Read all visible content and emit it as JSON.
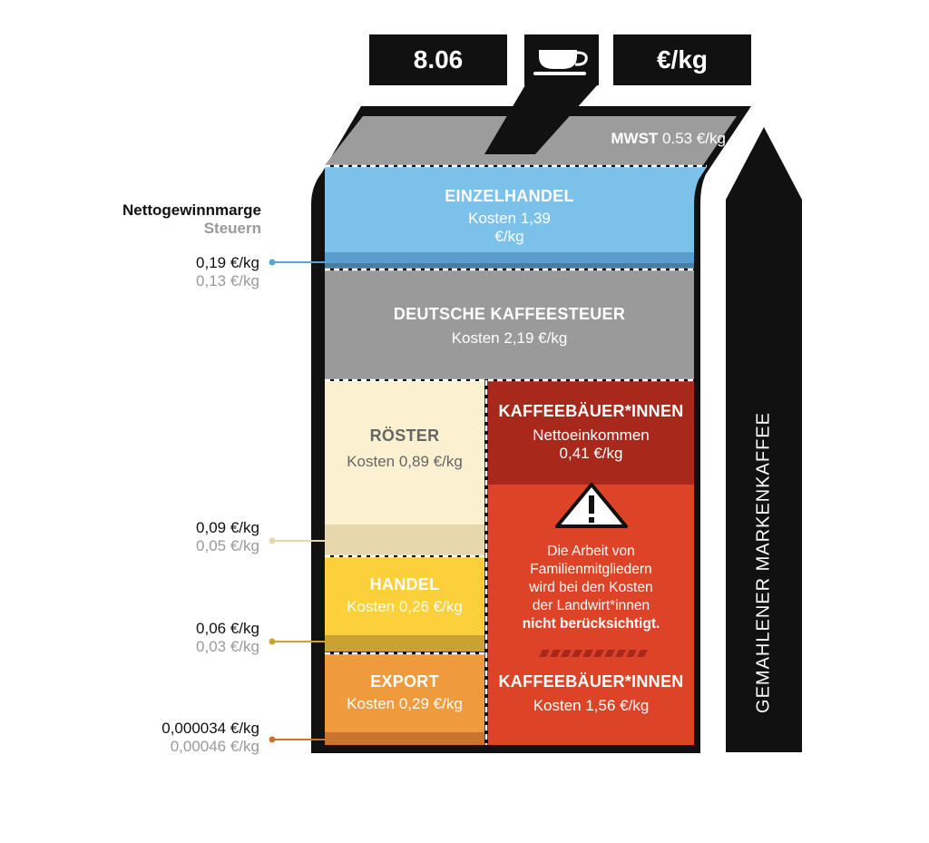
{
  "header": {
    "price": "8.06",
    "unit": "€/kg",
    "cup_icon": "coffee-cup-icon"
  },
  "side_label": "GEMAHLENER MARKENKAFFEE",
  "legend": {
    "net_margin": "Nettogewinnmarge",
    "taxes": "Steuern"
  },
  "segments": {
    "mwst": {
      "title": "MWST",
      "value": "0.53 €/kg"
    },
    "einzelhandel": {
      "title": "EINZELHANDEL",
      "line1": "Kosten 1,39",
      "line2": "€/kg"
    },
    "kaffeesteuer": {
      "title": "DEUTSCHE KAFFEESTEUER",
      "value": "Kosten 2,19 €/kg"
    },
    "roester": {
      "title": "RÖSTER",
      "value": "Kosten 0,89 €/kg"
    },
    "handel": {
      "title": "HANDEL",
      "value": "Kosten 0,26 €/kg"
    },
    "export": {
      "title": "EXPORT",
      "value": "Kosten 0,29 €/kg"
    },
    "farmers_income": {
      "title": "KAFFEEBÄUER*INNEN",
      "line1": "Nettoeinkommen",
      "line2": "0,41 €/kg"
    },
    "farmers_cost": {
      "title": "KAFFEEBÄUER*INNEN",
      "value": "Kosten 1,56 €/kg"
    },
    "warning": {
      "line1": "Die Arbeit von",
      "line2": "Familienmitgliedern",
      "line3": "wird bei den Kosten",
      "line4": "der Landwirt*innen",
      "line5": "nicht berücksichtigt."
    }
  },
  "margins": [
    {
      "net": "0,19 €/kg",
      "tax": "0,13 €/kg",
      "color": "#5aa6d6"
    },
    {
      "net": "0,09 €/kg",
      "tax": "0,05 €/kg",
      "color": "#e6d7ad"
    },
    {
      "net": "0,06 €/kg",
      "tax": "0,03 €/kg",
      "color": "#c9a233"
    },
    {
      "net": "0,000034 €/kg",
      "tax": "0,00046 €/kg",
      "color": "#c9742f"
    }
  ],
  "colors": {
    "mwst": "#9c9c9c",
    "einzelhandel": "#7cc1ea",
    "kaffeesteuer": "#9a9a9a",
    "roester": "#fbf0cf",
    "handel": "#fcd03a",
    "export": "#f09a3e",
    "farmers_income": "#a8291c",
    "farmers_cost": "#dc4327"
  }
}
